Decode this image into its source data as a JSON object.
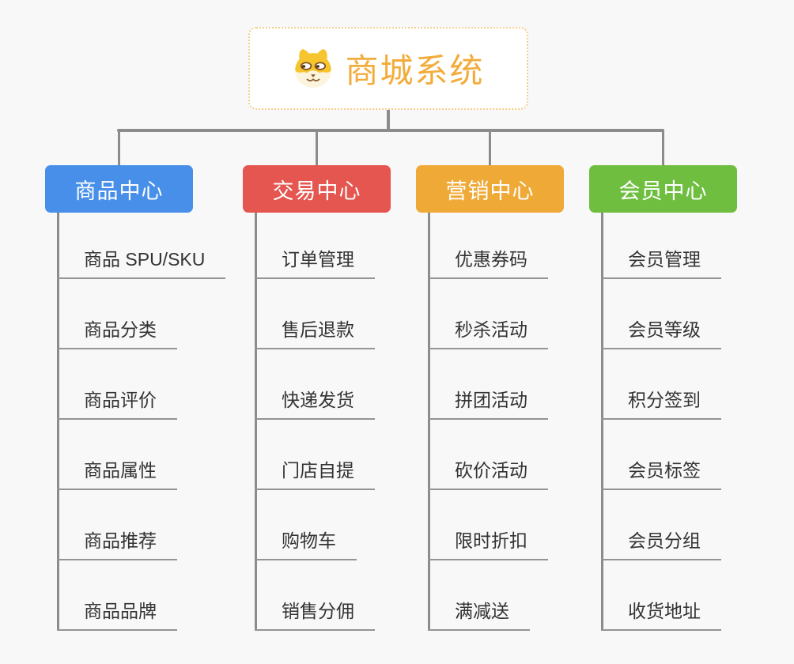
{
  "root": {
    "title": "商城系统",
    "icon": "dog-face-icon",
    "title_color": "#f2ac3c",
    "border_color": "#f6cd8b"
  },
  "connector_color": "#8c8c8c",
  "branches": [
    {
      "label": "商品中心",
      "color": "#478fe8",
      "children": [
        "商品 SPU/SKU",
        "商品分类",
        "商品评价",
        "商品属性",
        "商品推荐",
        "商品品牌"
      ]
    },
    {
      "label": "交易中心",
      "color": "#e4564f",
      "children": [
        "订单管理",
        "售后退款",
        "快递发货",
        "门店自提",
        "购物车",
        "销售分佣"
      ]
    },
    {
      "label": "营销中心",
      "color": "#efa937",
      "children": [
        "优惠券码",
        "秒杀活动",
        "拼团活动",
        "砍价活动",
        "限时折扣",
        "满减送"
      ]
    },
    {
      "label": "会员中心",
      "color": "#6fbe3f",
      "children": [
        "会员管理",
        "会员等级",
        "积分签到",
        "会员标签",
        "会员分组",
        "收货地址"
      ]
    }
  ]
}
